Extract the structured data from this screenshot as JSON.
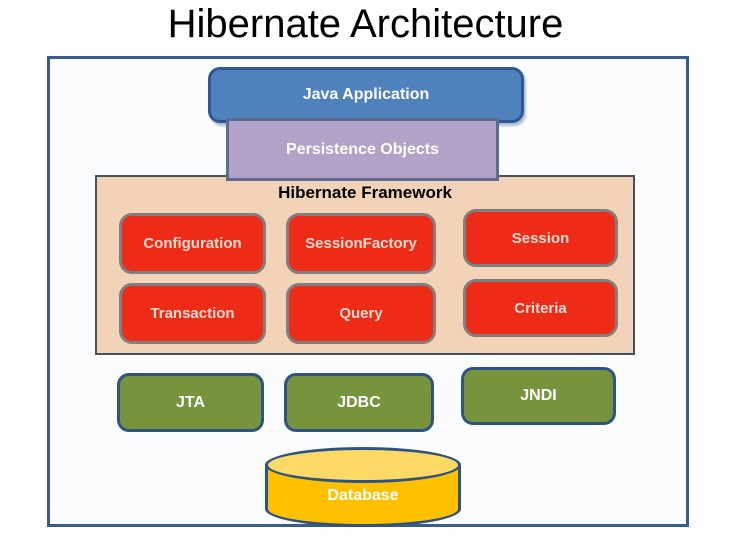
{
  "title": "Hibernate Architecture",
  "diagram": {
    "java_application": "Java Application",
    "persistence_objects": "Persistence Objects",
    "framework": {
      "label": "Hibernate Framework",
      "components": [
        "Configuration",
        "SessionFactory",
        "Session",
        "Transaction",
        "Query",
        "Criteria"
      ]
    },
    "services": [
      "JTA",
      "JDBC",
      "JNDI"
    ],
    "database": "Database"
  },
  "colors": {
    "java_application_fill": "#4F81BD",
    "java_application_border": "#2E5893",
    "persistence_fill": "#B3A2C7",
    "persistence_border": "#5B6B94",
    "framework_fill": "#F2D3B7",
    "framework_border": "#47505C",
    "component_fill": "#EE2B17",
    "component_border": "#7F7F7F",
    "component_text": "#FADCD3",
    "service_fill": "#77933C",
    "service_border": "#2F5385",
    "database_fill": "#FFC000",
    "database_top_fill": "#FFD966",
    "database_border": "#2E5380",
    "outer_border": "#3A5C89",
    "title_text": "#000000"
  }
}
